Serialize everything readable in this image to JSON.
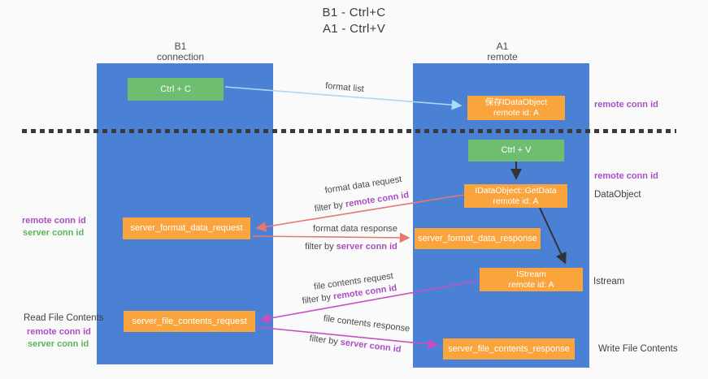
{
  "colors": {
    "bg": "#fafafa",
    "lane_blue": "#4a81d4",
    "box_orange": "#f9a43d",
    "box_green": "#6dbe71",
    "text_purple": "#a94fc4",
    "text_green": "#57b75b",
    "arrow_red": "#e8776f",
    "arrow_magenta": "#c94fc0",
    "arrow_lightblue": "#aed9f5",
    "arrow_black": "#333333"
  },
  "title": {
    "line1": "B1 - Ctrl+C",
    "line2": "A1 - Ctrl+V"
  },
  "lanes": {
    "left": {
      "name": "B1",
      "subtitle": "connection"
    },
    "right": {
      "name": "A1",
      "subtitle": "remote"
    }
  },
  "nodes": {
    "ctrl_c": {
      "label": "Ctrl + C"
    },
    "save_idataobject": {
      "line1": "保存IDataObject",
      "line2": "remote id: A"
    },
    "ctrl_v": {
      "label": "Ctrl + V"
    },
    "idataobject_getdata": {
      "line1": "IDataObject::GetData",
      "line2": "remote id: A"
    },
    "server_format_data_request": {
      "label": "server_format_data_request"
    },
    "server_format_data_response": {
      "label": "server_format_data_response"
    },
    "istream": {
      "line1": "IStream",
      "line2": "remote id: A"
    },
    "server_file_contents_request": {
      "label": "server_file_contents_request"
    },
    "server_file_contents_response": {
      "label": "server_file_contents_response"
    }
  },
  "flow_labels": {
    "format_list": "format list",
    "format_data_request": "format data request",
    "format_data_request_filter": {
      "prefix": "filter by ",
      "key": "remote conn id"
    },
    "format_data_response": "format data response",
    "format_data_response_filter": {
      "prefix": "filter by ",
      "key": "server conn id"
    },
    "file_contents_request": "file contents request",
    "file_contents_request_filter": {
      "prefix": "filter by ",
      "key": "remote conn id"
    },
    "file_contents_response": "file contents response",
    "file_contents_response_filter": {
      "prefix": "filter by ",
      "key": "server conn id"
    }
  },
  "side_labels": {
    "right_remote_conn_id_top": "remote conn id",
    "right_remote_conn_id_mid": "remote conn id",
    "right_dataobject": "DataObject",
    "right_istream": "Istream",
    "right_write_file_contents": "Write File Contents",
    "left_remote_conn_id_mid": "remote conn id",
    "left_server_conn_id_mid": "server conn id",
    "left_read_file_contents": "Read File Contents",
    "left_remote_conn_id_bottom": "remote conn id",
    "left_server_conn_id_bottom": "server conn id"
  }
}
